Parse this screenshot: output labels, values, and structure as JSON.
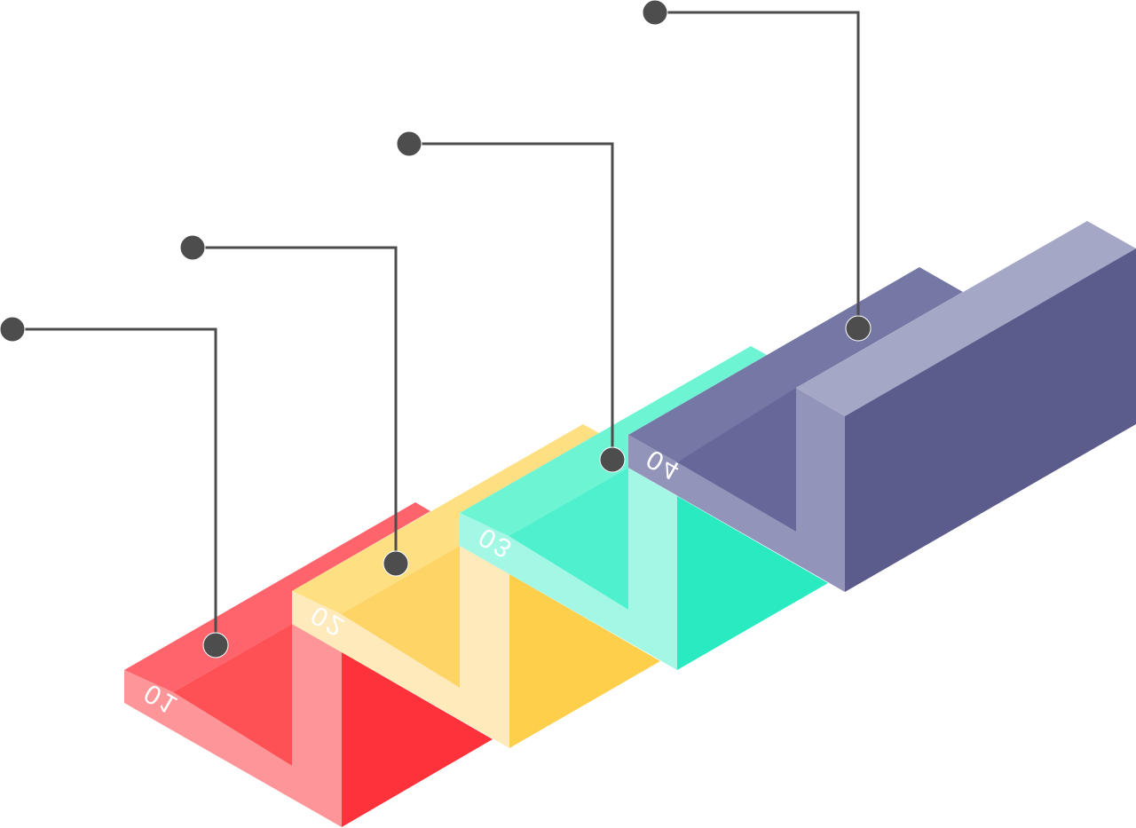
{
  "diagram": {
    "steps": [
      {
        "label": "01",
        "colors": {
          "top": "#fe646b",
          "front": "#fe5155",
          "left": "#fe9699",
          "right": "#fe323b",
          "ledge": "#fe646b"
        }
      },
      {
        "label": "02",
        "colors": {
          "top": "#fedf82",
          "front": "#fed466",
          "left": "#feeabb",
          "right": "#fecf4b",
          "ledge": "#fee5a3"
        }
      },
      {
        "label": "03",
        "colors": {
          "top": "#6cf4d3",
          "front": "#4ef0ce",
          "left": "#a3f7e5",
          "right": "#2aeac2",
          "ledge": "#87f5dc"
        }
      },
      {
        "label": "04",
        "colors": {
          "top": "#7577a5",
          "front": "#67689a",
          "left": "#9295b9",
          "right": "#5b5c8c",
          "ledge": "#a5a7c6"
        }
      }
    ],
    "connector_color": "#4d4d4d"
  }
}
